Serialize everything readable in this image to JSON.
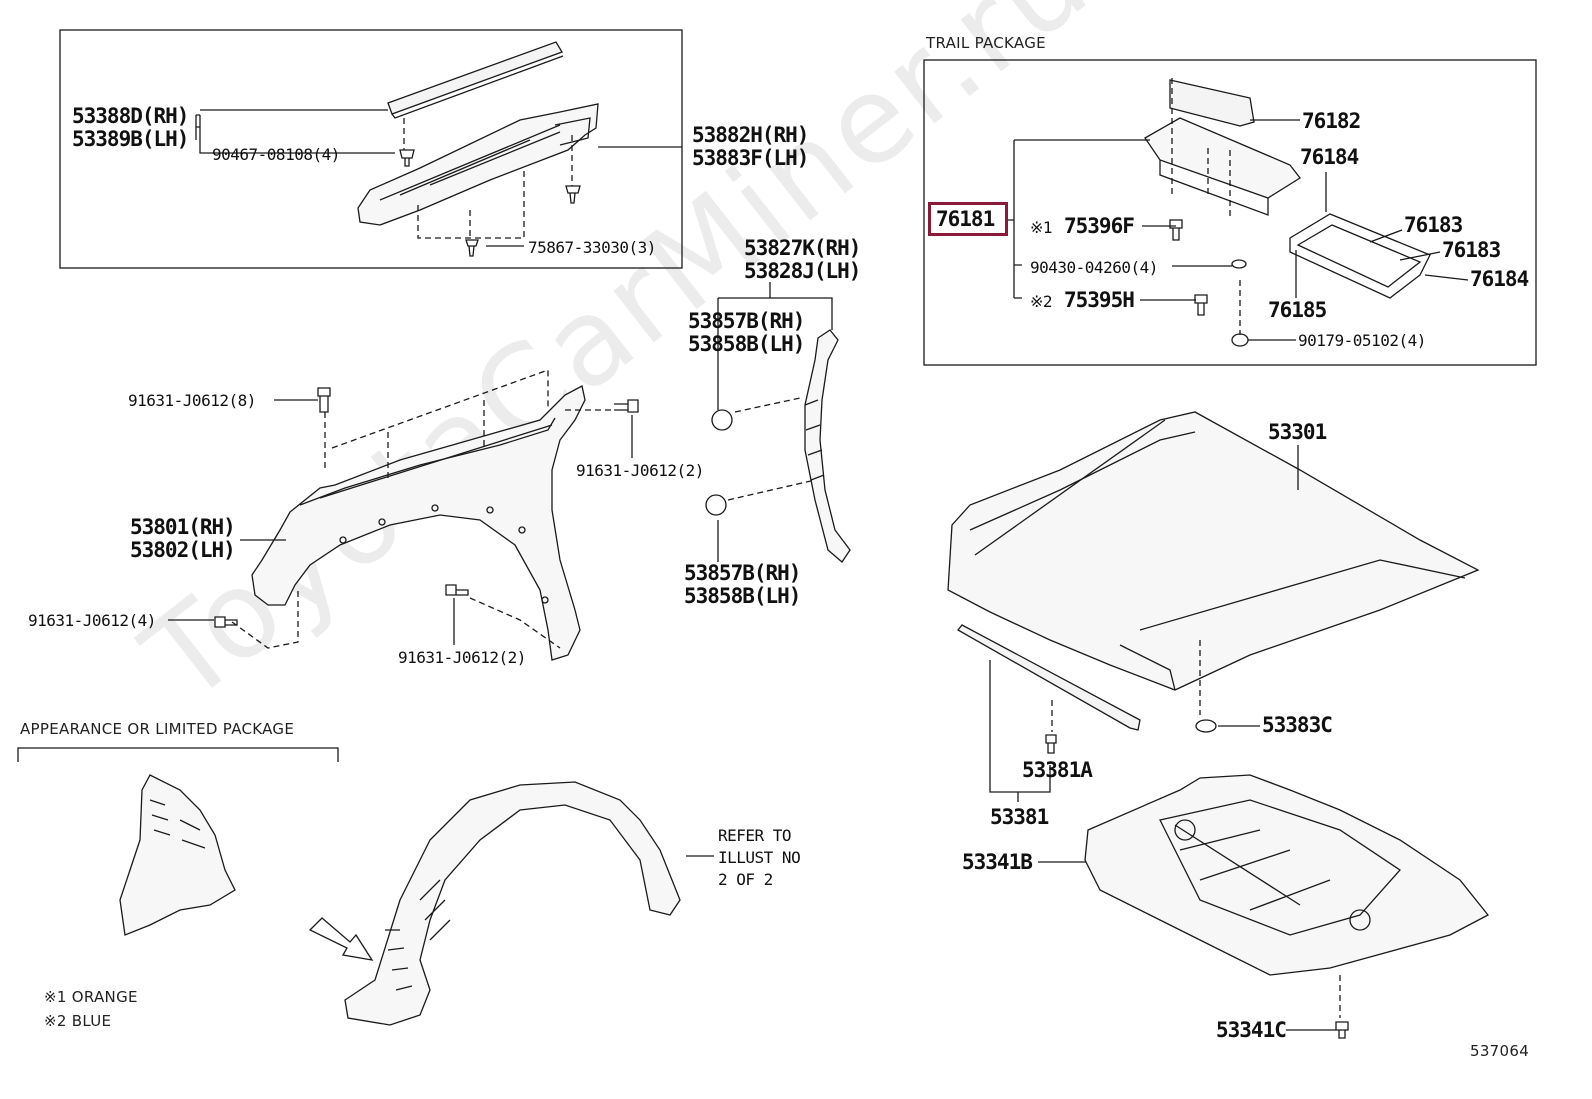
{
  "watermark": "ToyotaCarMiner.ru",
  "sections": {
    "trail_package": "TRAIL PACKAGE",
    "appearance_package": "APPEARANCE OR LIMITED PACKAGE"
  },
  "parts": {
    "p53388D": "53388D(RH)",
    "p53389B": "53389B(LH)",
    "p90467": "90467-08108(4)",
    "p53882H": "53882H(RH)",
    "p53883F": "53883F(LH)",
    "p75867": "75867-33030(3)",
    "p53827K": "53827K(RH)",
    "p53828J": "53828J(LH)",
    "p53857B_a": "53857B(RH)",
    "p53858B_a": "53858B(LH)",
    "p53857B_b": "53857B(RH)",
    "p53858B_b": "53858B(LH)",
    "p91631_8": "91631-J0612(8)",
    "p91631_2a": "91631-J0612(2)",
    "p53801": "53801(RH)",
    "p53802": "53802(LH)",
    "p91631_4": "91631-J0612(4)",
    "p91631_2b": "91631-J0612(2)",
    "p76182": "76182",
    "p76184a": "76184",
    "p76181": "76181",
    "p75396F_mark": "※1",
    "p75396F": "75396F",
    "p76183a": "76183",
    "p76183b": "76183",
    "p90430": "90430-04260(4)",
    "p76184b": "76184",
    "p75395H_mark": "※2",
    "p75395H": "75395H",
    "p76185": "76185",
    "p90179": "90179-05102(4)",
    "p53301": "53301",
    "p53383C": "53383C",
    "p53381A": "53381A",
    "p53381": "53381",
    "p53341B": "53341B",
    "p53341C": "53341C"
  },
  "refer": {
    "line1": "REFER TO",
    "line2": "ILLUST NO",
    "line3": "2 OF 2"
  },
  "notes": {
    "n1": "※1 ORANGE",
    "n2": "※2 BLUE"
  },
  "diagram_id": "537064",
  "colors": {
    "line": "#1a1a1a",
    "highlight": "#8b1a3a",
    "watermark": "#ececec"
  }
}
